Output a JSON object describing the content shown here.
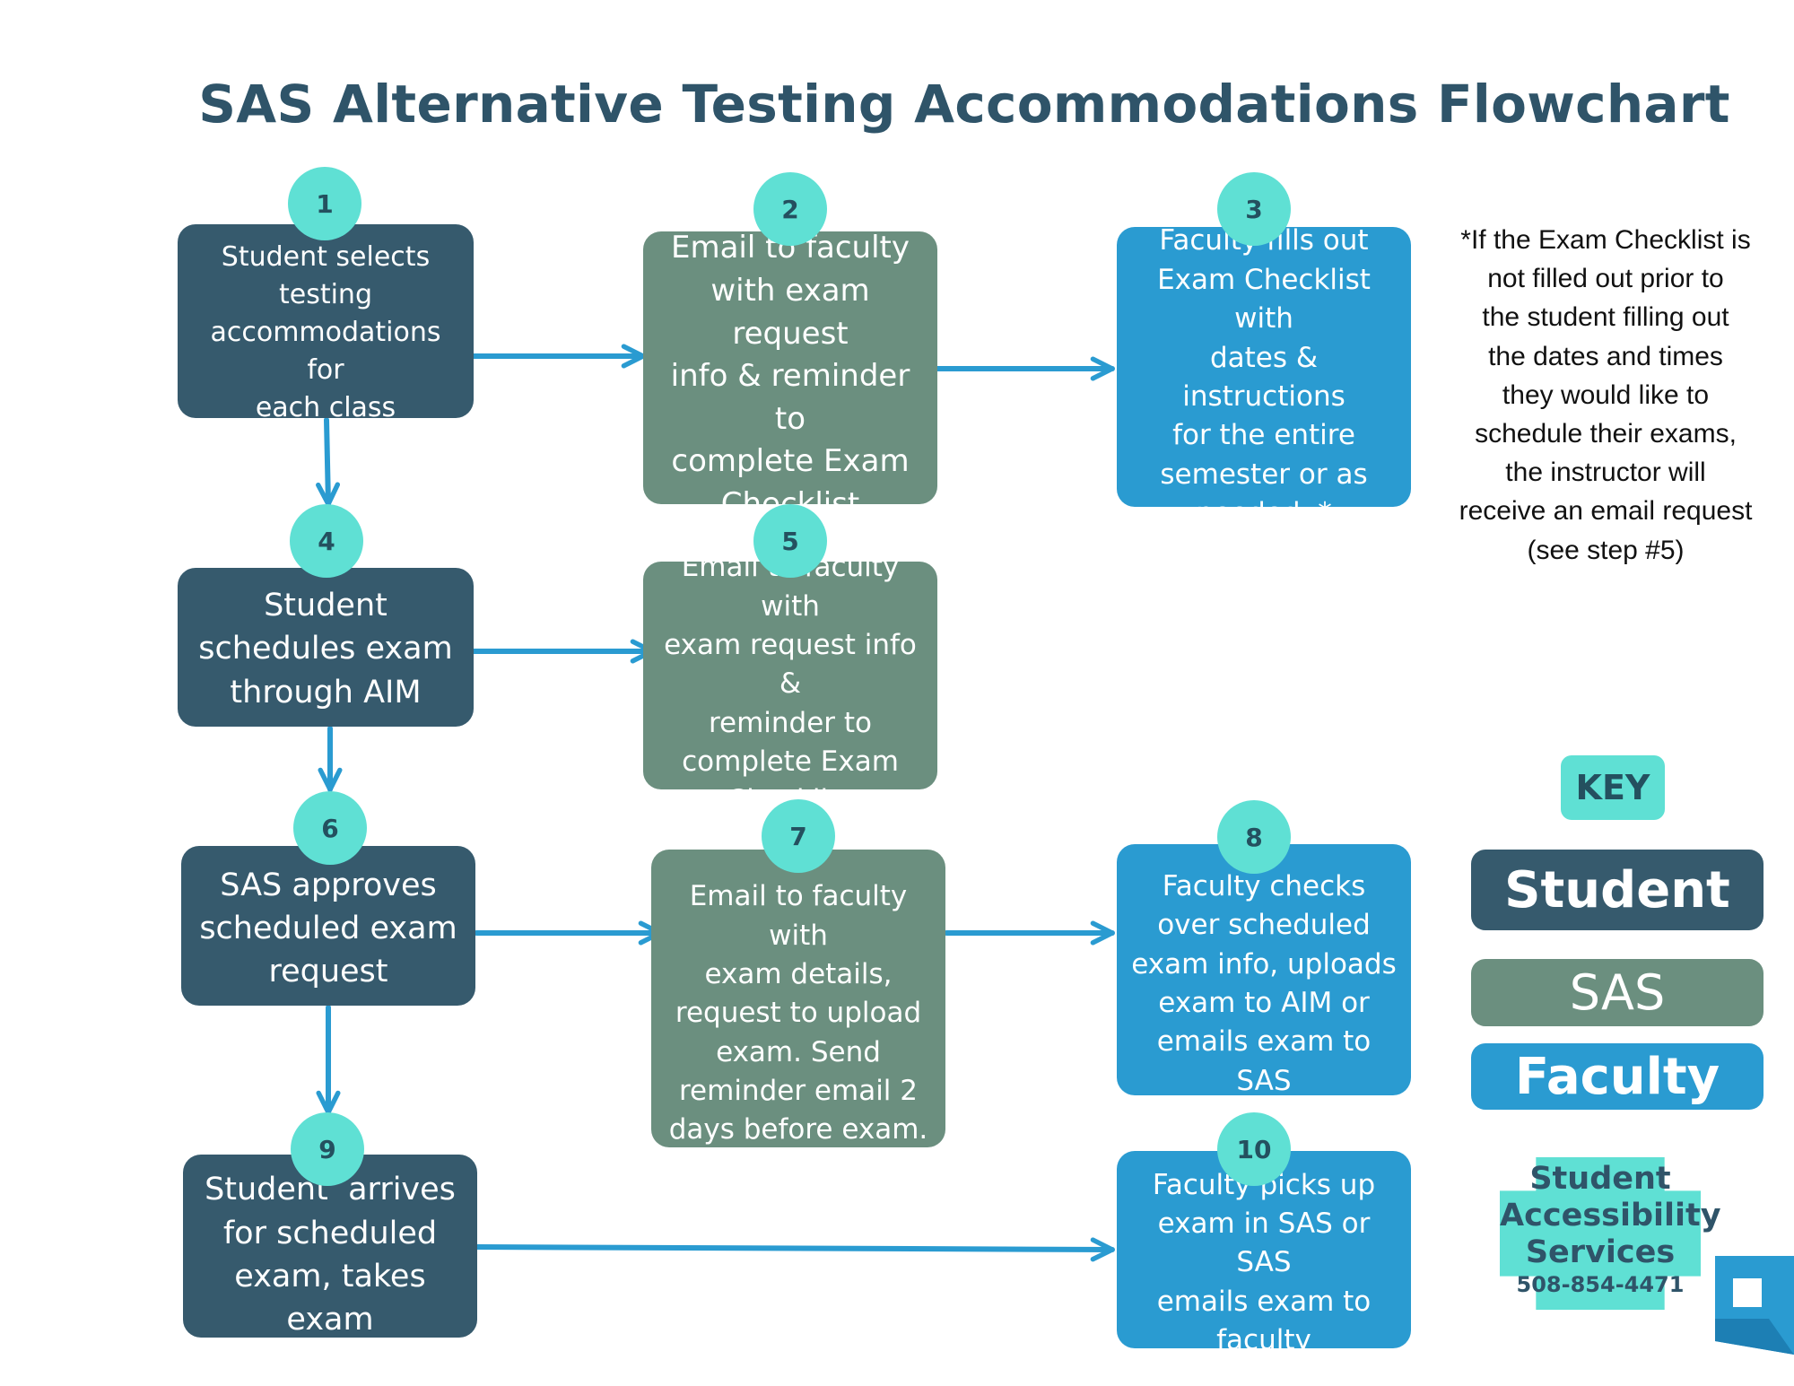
{
  "title": "SAS Alternative Testing Accommodations Flowchart",
  "steps": [
    {
      "num": "1",
      "role": "student",
      "lines": [
        "Student selects",
        "testing",
        "accommodations for",
        "each class"
      ]
    },
    {
      "num": "2",
      "role": "sas",
      "lines": [
        "Email to faculty",
        "with exam request",
        "info & reminder to",
        "complete Exam",
        "Checklist"
      ]
    },
    {
      "num": "3",
      "role": "faculty",
      "lines": [
        "Faculty fills out",
        "Exam Checklist with",
        "dates & instructions",
        "for the entire",
        "semester or as",
        "needed. *"
      ]
    },
    {
      "num": "4",
      "role": "student",
      "lines": [
        "Student",
        "schedules exam",
        "through AIM"
      ]
    },
    {
      "num": "5",
      "role": "sas",
      "lines": [
        "Email to faculty with",
        "exam request info &",
        "reminder to",
        "complete Exam",
        "Checklist"
      ]
    },
    {
      "num": "6",
      "role": "student",
      "lines": [
        "SAS approves",
        "scheduled exam",
        "request"
      ]
    },
    {
      "num": "7",
      "role": "sas",
      "lines": [
        "Email to faculty with",
        "exam details,",
        "request to upload",
        "exam. Send",
        "reminder email 2",
        "days before exam."
      ]
    },
    {
      "num": "8",
      "role": "faculty",
      "lines": [
        "Faculty checks",
        "over scheduled",
        "exam info, uploads",
        "exam to AIM or",
        "emails exam to SAS"
      ]
    },
    {
      "num": "9",
      "role": "student",
      "lines": [
        "Student  arrives",
        "for scheduled",
        "exam, takes exam"
      ]
    },
    {
      "num": "10",
      "role": "faculty",
      "lines": [
        "Faculty picks up",
        "exam in SAS or SAS",
        "emails exam to",
        "faculty"
      ]
    }
  ],
  "note_lines": [
    "*If the Exam Checklist is",
    "not filled out prior to",
    "the student filling out",
    "the dates and times",
    "they would like to",
    "schedule their exams,",
    "the instructor will",
    "receive an email request",
    "(see step #5)"
  ],
  "key": {
    "title": "KEY",
    "items": [
      {
        "label": "Student",
        "color": "#365a6d"
      },
      {
        "label": "SAS",
        "color": "#6b8f7f"
      },
      {
        "label": "Faculty",
        "color": "#2a9bd1"
      }
    ]
  },
  "logo": {
    "lines": [
      "Student",
      "Accessibility",
      "Services"
    ],
    "phone": "508-854-4471"
  },
  "colors": {
    "student": "#365a6d",
    "sas": "#6b8f7f",
    "faculty": "#2a9bd1",
    "badge": "#5fe0d4",
    "arrow": "#2a9bd1",
    "title": "#2f5469"
  }
}
